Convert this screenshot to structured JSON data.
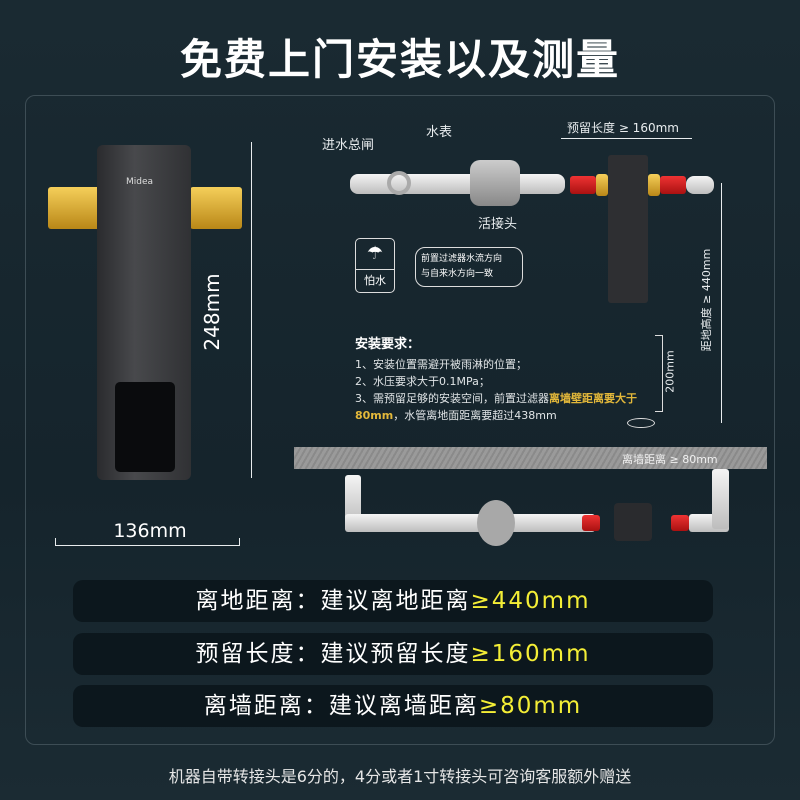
{
  "title": "免费上门安装以及测量",
  "product": {
    "brand": "Midea",
    "height_label": "248mm",
    "width_label": "136mm"
  },
  "diagram_top": {
    "main_valve": "进水总闸",
    "water_meter": "水表",
    "union": "活接头",
    "reserve_length": "预留长度 ≥ 160mm",
    "floor_height": "距地高度 ≥ 440mm",
    "rain_icon_label": "怕水",
    "flow_note_line1": "前置过滤器水流方向",
    "flow_note_line2": "与自来水方向一致"
  },
  "requirements": {
    "heading": "安装要求：",
    "item1": "1、安装位置需避开被雨淋的位置；",
    "item2": "2、水压要求大于0.1MPa；",
    "item3_a": "3、需预留足够的安装空间，前置过滤器",
    "item3_highlight": "离墙壁距离要大于80mm",
    "item3_b": "，水管离地面距离要超过438mm",
    "side_dim": "200mm"
  },
  "diagram_bottom": {
    "wall_distance": "离墙距离 ≥ 80mm"
  },
  "bars": [
    {
      "label": "离地距离：建议离地距离",
      "value": "≥440mm"
    },
    {
      "label": "预留长度：建议预留长度",
      "value": "≥160mm"
    },
    {
      "label": "离墙距离：建议离墙距离",
      "value": "≥80mm"
    }
  ],
  "footer": "机器自带转接头是6分的，4分或者1寸转接头可咨询客服额外赠送",
  "colors": {
    "background": "#15242c",
    "highlight_yellow": "#f4ee36",
    "highlight_gold": "#e3b83a"
  }
}
